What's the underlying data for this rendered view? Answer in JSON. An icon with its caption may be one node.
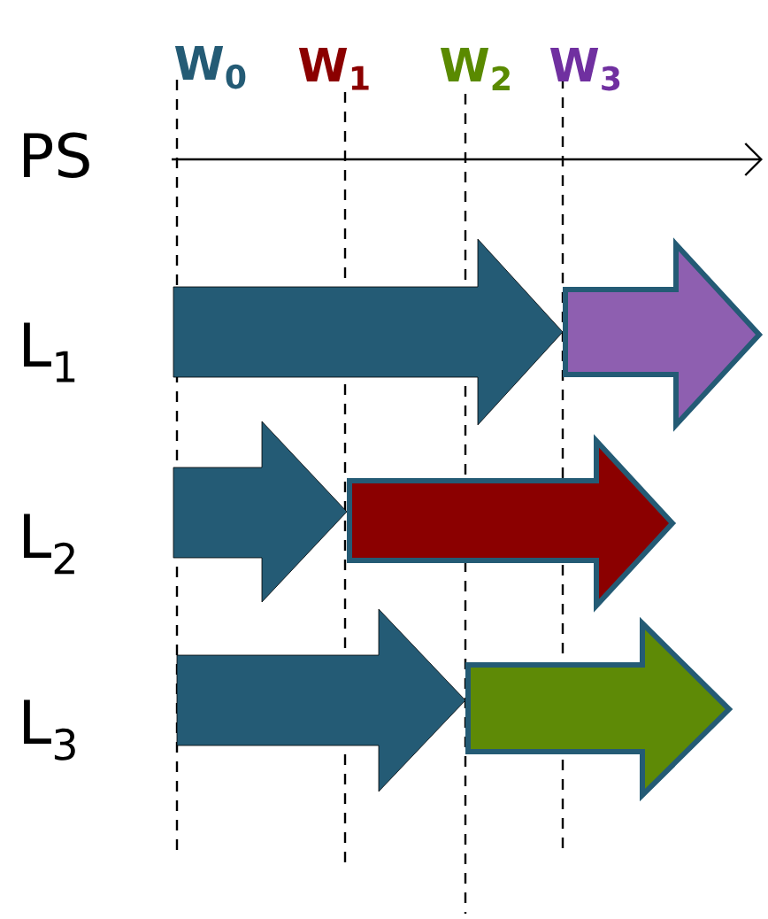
{
  "diagram": {
    "labels": [
      "W$_{0}$",
      "W$_{1}$",
      "W$_{2}$",
      "W$_{3}$",
      "PS",
      "L$_{1}$",
      "L$_{2}$",
      "L$_{3}$"
    ]
  }
}
